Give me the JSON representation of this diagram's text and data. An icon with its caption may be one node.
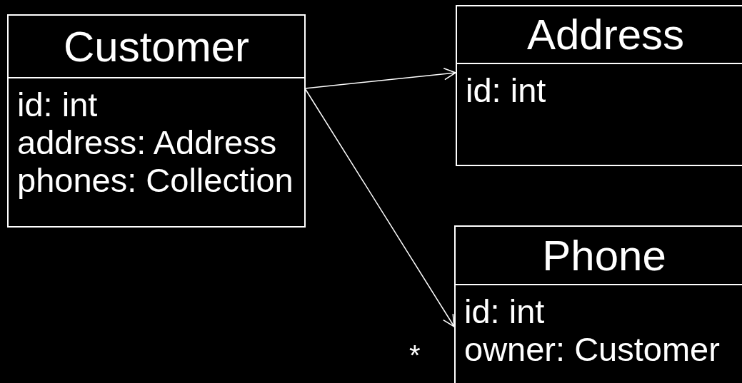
{
  "diagram": {
    "nodes": [
      {
        "text": [
          "Customer",
          "id: int",
          "address: Address",
          "phones: Collection"
        ]
      },
      {
        "text": [
          "Address",
          "id: int"
        ]
      },
      {
        "text": [
          "Phone",
          "id: int",
          "owner: Customer"
        ]
      }
    ],
    "edges": [
      {
        "from": 0,
        "to": 1,
        "arrow": "to"
      },
      {
        "from": 0,
        "to": 2,
        "arrow": "to",
        "label": "*"
      }
    ]
  }
}
